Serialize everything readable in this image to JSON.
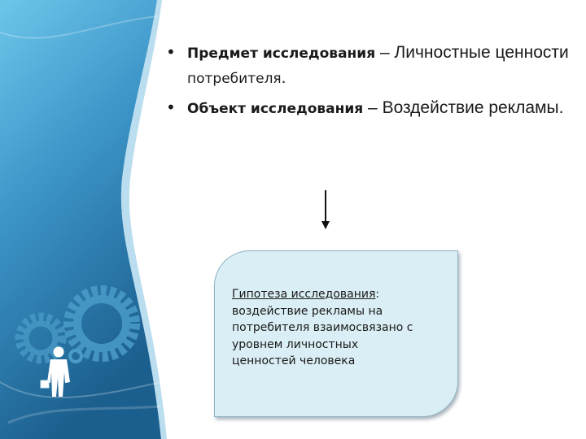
{
  "bullets": [
    {
      "term": "Предмет исследования",
      "dash": " – ",
      "desc_part1": "Личностные ценности",
      "desc_part2": " потребителя",
      "end": "."
    },
    {
      "term": "Объект исследования",
      "dash": " – ",
      "desc_part1": "Воздействие рекламы",
      "end": "."
    }
  ],
  "hypothesis": {
    "title": "Гипотеза исследования",
    "colon": ":",
    "lines": [
      "воздействие рекламы на",
      "потребителя взаимосвязано с",
      "уровнем личностных",
      "ценностей человека"
    ]
  },
  "colors": {
    "panel_light": "#5ab8e0",
    "panel_dark": "#1f6a9a",
    "gear": "#4b9cc9",
    "box_fill": "#daeef5"
  },
  "icons": [
    "gear-icon",
    "businessman-icon",
    "down-arrow-icon"
  ]
}
